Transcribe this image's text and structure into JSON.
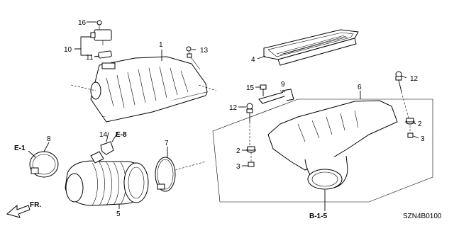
{
  "callouts": {
    "c1": "1",
    "c2a": "2",
    "c2b": "2",
    "c3a": "3",
    "c3b": "3",
    "c4": "4",
    "c5": "5",
    "c6": "6",
    "c7": "7",
    "c8": "8",
    "c9": "9",
    "c10": "10",
    "c11": "11",
    "c12a": "12",
    "c12b": "12",
    "c13": "13",
    "c14": "14",
    "c15": "15",
    "c16": "16"
  },
  "refs": {
    "e1": "E-1",
    "e8": "E-8",
    "b15": "B-1-5"
  },
  "direction": "FR.",
  "diagram_code": "SZN4B0100"
}
